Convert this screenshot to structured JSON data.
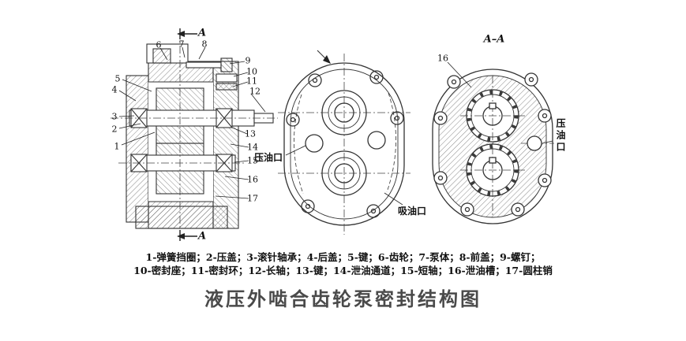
{
  "title": "液压外啮合齿轮泵密封结构图",
  "legend": {
    "line1": "1-弹簧挡圈；2-压盖；3-滚针轴承；4-后盖；5-键；6-齿轮；7-泵体；8-前盖；9-螺钉；",
    "line2": "10-密封座；11-密封环；12-长轴；13-键；14-泄油通道；15-短轴；16-泄油槽；17-圆柱销"
  },
  "section_view": {
    "cut_label_top": "A",
    "cut_label_bottom": "A",
    "pressure_port_label": "压油口",
    "callouts": [
      "1",
      "2",
      "3",
      "4",
      "5",
      "6",
      "7",
      "8",
      "9",
      "10",
      "11",
      "12",
      "13",
      "14",
      "15",
      "16",
      "17"
    ]
  },
  "face_view": {
    "suction_port_label": "吸油口"
  },
  "aa_view": {
    "view_label": "A–A",
    "groove_callout": "16",
    "pressure_port_label": "压油口"
  }
}
